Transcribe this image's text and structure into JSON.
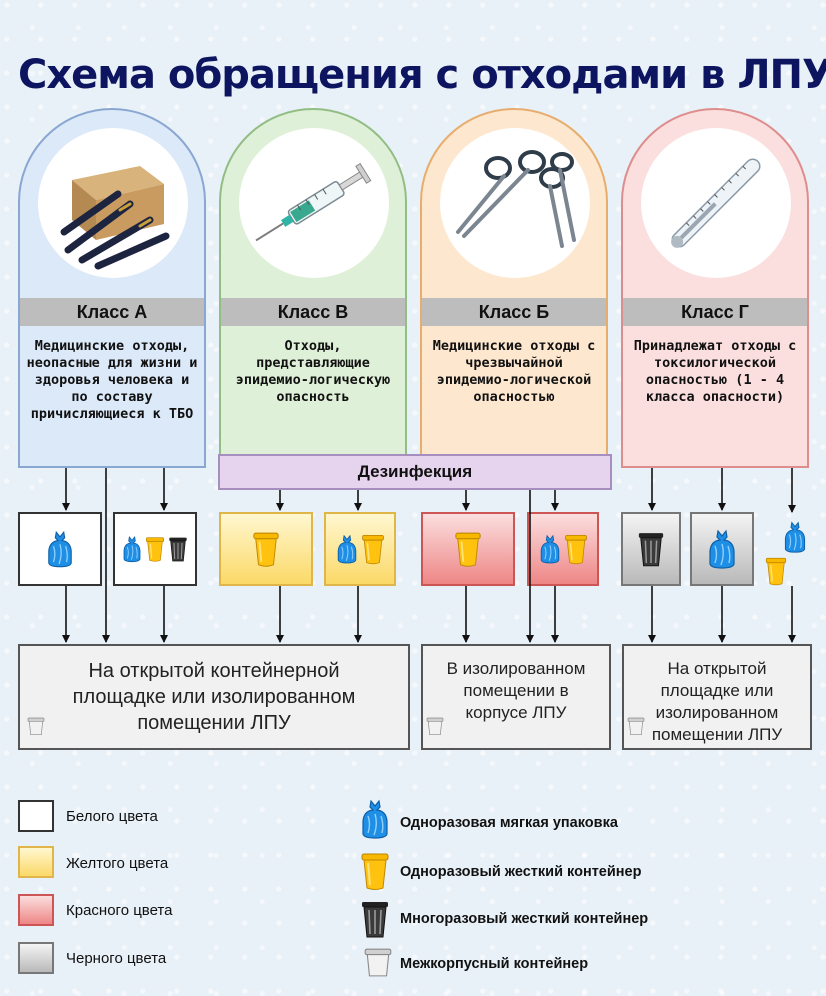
{
  "title": "Схема обращения с отходами в ЛПУ",
  "classes": [
    {
      "label": "Класс А",
      "desc": "Медицинские отходы, неопасные для жизни и здоровья человека и по составу причисляющиеся к ТБО",
      "image": "box-and-pens-icon",
      "bg": "#dce9f9",
      "border": "#8aa7d2"
    },
    {
      "label": "Класс В",
      "desc": "Отходы, представляющие эпидемио-логическую опасность",
      "image": "syringe-icon",
      "bg": "#dff0d8",
      "border": "#92bd84"
    },
    {
      "label": "Класс Б",
      "desc": "Медицинские отходы с чрезвычайной эпидемио-логической опасностью",
      "image": "surgical-scissors-icon",
      "bg": "#fde7cf",
      "border": "#e6ad6e"
    },
    {
      "label": "Класс Г",
      "desc": "Принадлежат отходы с токсилогической опасностью (1 - 4 класса опасности)",
      "image": "thermometer-icon",
      "bg": "#fbdede",
      "border": "#de8d8d"
    }
  ],
  "disinfection": "Дезинфекция",
  "destinations": [
    "На открытой контейнерной площадке или изолированном помещении ЛПУ",
    "В изолированном помещении в корпусе ЛПУ",
    "На открытой площадке или изолированном помещении ЛПУ"
  ],
  "legend_colors": [
    {
      "label": "Белого цвета",
      "color": "#ffffff"
    },
    {
      "label": "Желтого цвета",
      "color": "#fde58a"
    },
    {
      "label": "Красного цвета",
      "color": "#f08c8c"
    },
    {
      "label": "Черного цвета",
      "color": "#c7c7c7"
    }
  ],
  "legend_containers": [
    {
      "label": "Одноразовая мягкая упаковка",
      "icon": "soft-bag-icon"
    },
    {
      "label": "Одноразовый жесткий контейнер",
      "icon": "rigid-container-icon"
    },
    {
      "label": "Многоразовый жесткий контейнер",
      "icon": "reusable-bin-icon"
    },
    {
      "label": "Межкорпусный контейнер",
      "icon": "intercorpus-container-icon"
    }
  ]
}
